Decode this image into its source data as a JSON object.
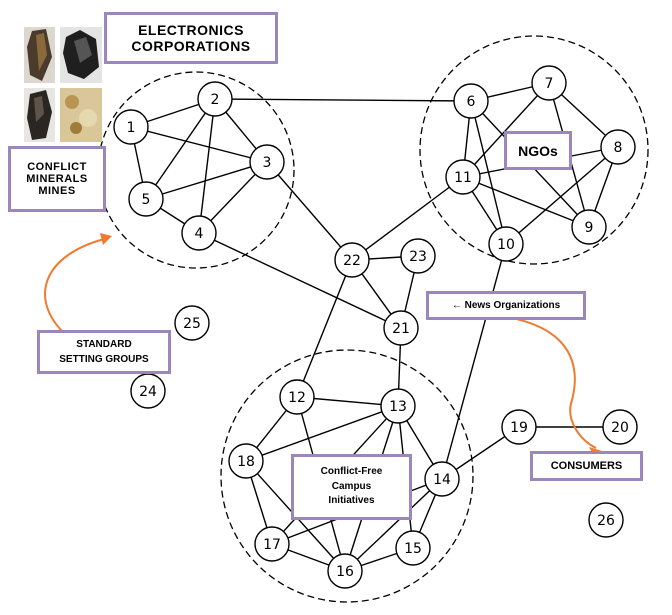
{
  "labels": {
    "electronics": "ELECTRONICS\nCORPORATIONS",
    "mines": "CONFLICT\nMINERALS\nMINES",
    "ngos": "NGOs",
    "news": "← News Organizations",
    "standard": "STANDARD\nSETTING GROUPS",
    "consumers": "CONSUMERS",
    "campus": "Conflict-Free\nCampus\nInitiatives"
  },
  "nodes": [
    "1",
    "2",
    "3",
    "4",
    "5",
    "6",
    "7",
    "8",
    "9",
    "10",
    "11",
    "12",
    "13",
    "14",
    "15",
    "16",
    "17",
    "18",
    "19",
    "20",
    "21",
    "22",
    "23",
    "24",
    "25",
    "26"
  ],
  "edges": [
    [
      "1",
      "2"
    ],
    [
      "1",
      "3"
    ],
    [
      "1",
      "5"
    ],
    [
      "2",
      "3"
    ],
    [
      "2",
      "4"
    ],
    [
      "2",
      "5"
    ],
    [
      "3",
      "5"
    ],
    [
      "3",
      "4"
    ],
    [
      "4",
      "5"
    ],
    [
      "2",
      "6"
    ],
    [
      "3",
      "22"
    ],
    [
      "4",
      "21"
    ],
    [
      "6",
      "7"
    ],
    [
      "6",
      "11"
    ],
    [
      "6",
      "10"
    ],
    [
      "6",
      "9"
    ],
    [
      "7",
      "11"
    ],
    [
      "7",
      "8"
    ],
    [
      "7",
      "9"
    ],
    [
      "8",
      "9"
    ],
    [
      "8",
      "11"
    ],
    [
      "8",
      "10"
    ],
    [
      "9",
      "11"
    ],
    [
      "10",
      "11"
    ],
    [
      "11",
      "22"
    ],
    [
      "10",
      "14"
    ],
    [
      "22",
      "23"
    ],
    [
      "22",
      "21"
    ],
    [
      "23",
      "21"
    ],
    [
      "22",
      "12"
    ],
    [
      "21",
      "13"
    ],
    [
      "12",
      "13"
    ],
    [
      "12",
      "18"
    ],
    [
      "12",
      "16"
    ],
    [
      "13",
      "18"
    ],
    [
      "13",
      "17"
    ],
    [
      "13",
      "16"
    ],
    [
      "13",
      "15"
    ],
    [
      "13",
      "14"
    ],
    [
      "14",
      "15"
    ],
    [
      "14",
      "16"
    ],
    [
      "14",
      "19"
    ],
    [
      "18",
      "17"
    ],
    [
      "18",
      "16"
    ],
    [
      "17",
      "16"
    ],
    [
      "16",
      "15"
    ],
    [
      "17",
      "14"
    ],
    [
      "19",
      "20"
    ]
  ],
  "colors": {
    "box_border": "#9c87bd",
    "arrow": "#f07a2e",
    "line": "#000000"
  }
}
